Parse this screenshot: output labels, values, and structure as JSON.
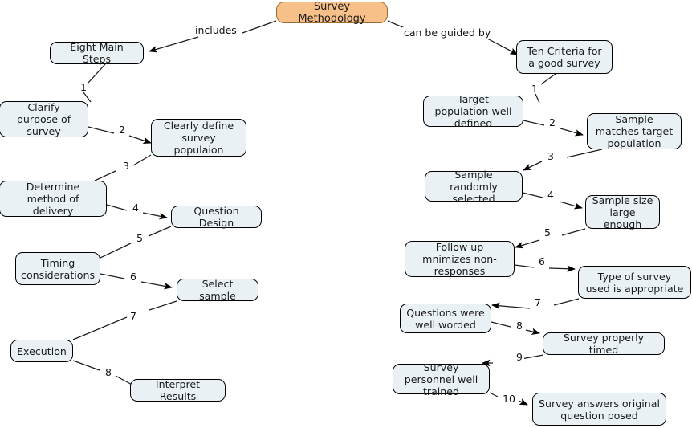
{
  "diagram": {
    "title": "Survey Methodology",
    "root": {
      "label": "Survey Methodology",
      "color": "#f8c089"
    },
    "relations": [
      {
        "label": "includes"
      },
      {
        "label": "can be guided by"
      }
    ],
    "branches": [
      {
        "name": "eight-main-steps",
        "head": "Eight Main Steps",
        "steps": [
          {
            "number": "1",
            "label": "Clarify purpose of survey"
          },
          {
            "number": "2",
            "label": "Clearly define survey populaion"
          },
          {
            "number": "3",
            "label": "Determine method of delivery"
          },
          {
            "number": "4",
            "label": "Question Design"
          },
          {
            "number": "5",
            "label": "Timing considerations"
          },
          {
            "number": "6",
            "label": "Select sample"
          },
          {
            "number": "7",
            "label": "Execution"
          },
          {
            "number": "8",
            "label": "Interpret Results"
          }
        ]
      },
      {
        "name": "ten-criteria",
        "head": "Ten Criteria for a good survey",
        "steps": [
          {
            "number": "1",
            "label": "Target population well defined"
          },
          {
            "number": "2",
            "label": "Sample matches target population"
          },
          {
            "number": "3",
            "label": "Sample randomly selected"
          },
          {
            "number": "4",
            "label": "Sample size large enough"
          },
          {
            "number": "5",
            "label": "Follow up mnimizes non-responses"
          },
          {
            "number": "6",
            "label": "Type of survey used is appropriate"
          },
          {
            "number": "7",
            "label": "Questions were well worded"
          },
          {
            "number": "8",
            "label": "Survey properly timed"
          },
          {
            "number": "9",
            "label": "Survey personnel well trained"
          },
          {
            "number": "10",
            "label": "Survey answers original question posed"
          }
        ]
      }
    ],
    "nodes": {
      "root": "Survey Methodology",
      "eight_main_steps": "Eight Main Steps",
      "clarify_purpose": "Clarify purpose of survey",
      "clearly_define": "Clearly define survey populaion",
      "determine_method": "Determine method of delivery",
      "question_design": "Question Design",
      "timing": "Timing considerations",
      "select_sample": "Select sample",
      "execution": "Execution",
      "interpret_results": "Interpret Results",
      "ten_criteria": "Ten Criteria for a good survey",
      "target_population": "Target population well defined",
      "sample_matches": "Sample matches target population",
      "sample_randomly": "Sample randomly selected",
      "sample_size": "Sample size large enough",
      "follow_up": "Follow up mnimizes non-responses",
      "type_of_survey": "Type of survey used is appropriate",
      "questions_worded": "Questions were well worded",
      "survey_timed": "Survey properly timed",
      "survey_personnel": "Survey personnel well trained",
      "survey_answers": "Survey answers original question posed"
    },
    "edge_numbers": {
      "left": [
        "1",
        "2",
        "3",
        "4",
        "5",
        "6",
        "7",
        "8"
      ],
      "right": [
        "1",
        "2",
        "3",
        "4",
        "5",
        "6",
        "7",
        "8",
        "9",
        "10"
      ]
    },
    "labels": {
      "includes": "includes",
      "can_be_guided_by": "can be guided by"
    }
  }
}
